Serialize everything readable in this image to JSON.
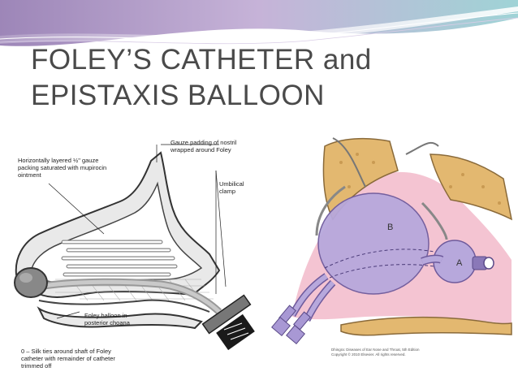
{
  "slide": {
    "title": "FOLEY’S CATHETER and EPISTAXIS BALLOON"
  },
  "left_figure": {
    "labels": {
      "gauze_padding": "Gauze padding of nostril\nwrapped around Foley",
      "horizontal_gauze": "Horizontally layered ½\" gauze\npacking saturated with mupirocin\nointment",
      "umbilical_clamp": "Umbilical\nclamp",
      "foley_balloon": "Foley balloon in\nposterior choana",
      "silk_ties": "0 – Silk ties around shaft of Foley\ncatheter with remainder of catheter\ntrimmed off"
    }
  },
  "right_figure": {
    "labels": {
      "balloon_b": "B",
      "balloon_a": "A"
    },
    "credit": "Dhingra: Diseases of Ear Nose and Throat, 5th Edition\nCopyright © 2010 Elsevier. All rights reserved."
  },
  "colors": {
    "title_text": "#4a4a4a",
    "wave_purple": "#b8a2cc",
    "wave_teal": "#7fc4c8",
    "balloon_purple": "#b7a8dc",
    "bone_tan": "#e3b870",
    "mucosa_pink": "#f2b6c8"
  }
}
